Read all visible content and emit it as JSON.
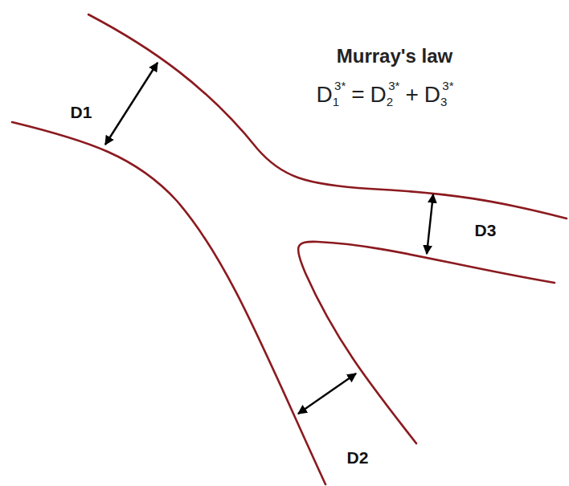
{
  "diagram": {
    "title": "Murray's law",
    "labels": [
      "D1",
      "D3",
      "D2",
      "D",
      "1",
      "3*",
      "=",
      "D",
      "2",
      "3*",
      "+",
      "D",
      "3",
      "3*"
    ]
  }
}
